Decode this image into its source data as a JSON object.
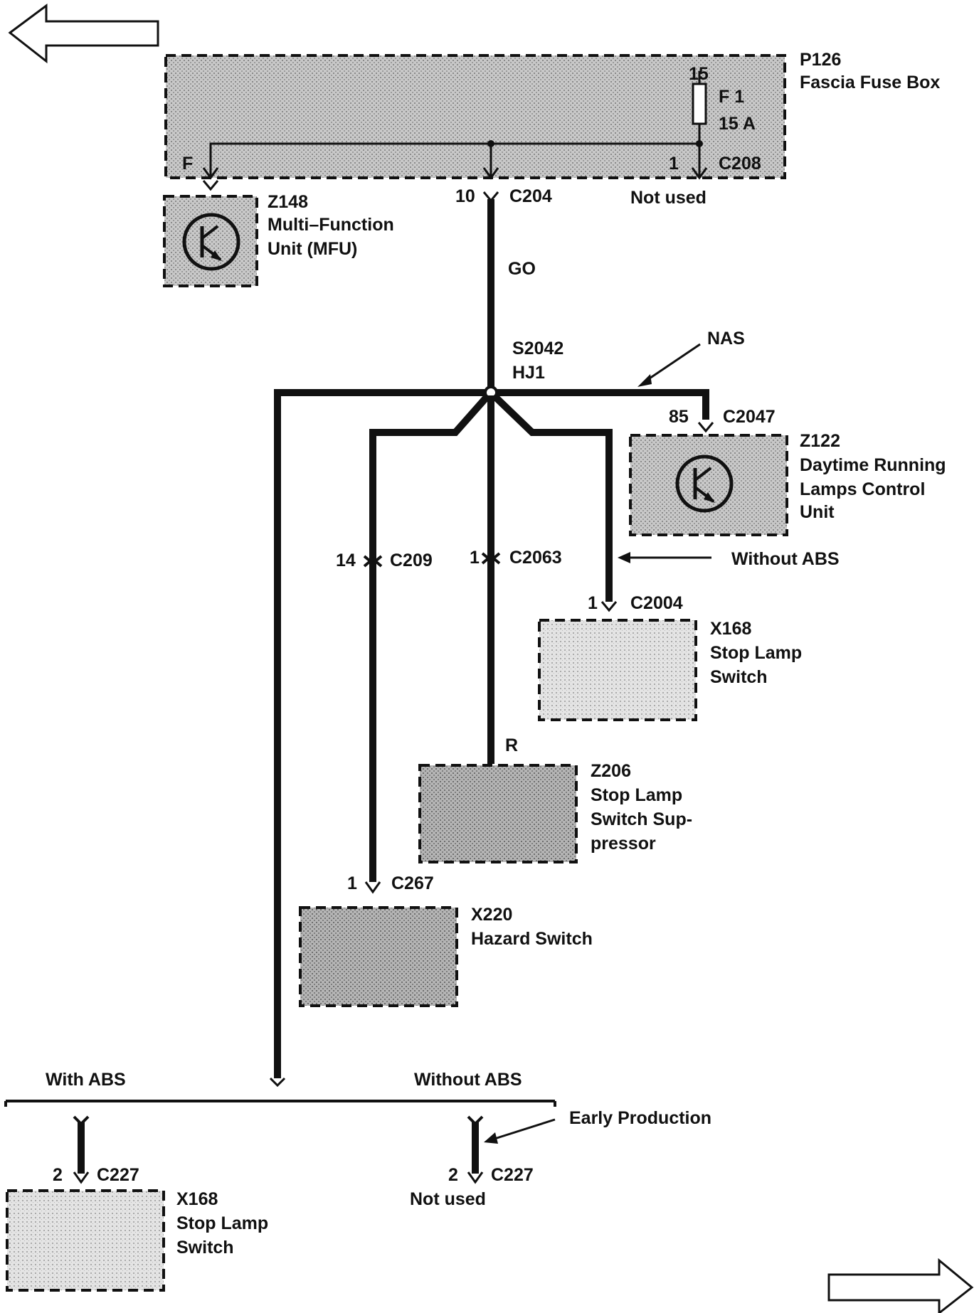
{
  "nav": {
    "back_arrow_icon": "left-arrow-icon",
    "forward_arrow_icon": "right-arrow-icon"
  },
  "fuse_box": {
    "id": "P126",
    "name": "Fascia Fuse Box",
    "fuse_pin": "15",
    "fuse_name": "F 1",
    "fuse_rating": "15 A",
    "pin_left": "F",
    "pin_right": "1",
    "connector": "C208"
  },
  "mfu": {
    "id": "Z148",
    "name_line1": "Multi–Function",
    "name_line2": "Unit (MFU)",
    "icon": "transistor-icon"
  },
  "c204": {
    "pin": "10",
    "connector": "C204"
  },
  "not_used_top": "Not used",
  "wire_go": "GO",
  "splice": {
    "id": "S2042",
    "code": "HJ1"
  },
  "nas_label": "NAS",
  "drl": {
    "pin": "85",
    "connector": "C2047",
    "id": "Z122",
    "name_line1": "Daytime Running",
    "name_line2": "Lamps Control",
    "name_line3": "Unit",
    "icon": "transistor-icon"
  },
  "c209": {
    "pin": "14",
    "connector": "C209"
  },
  "c2063": {
    "pin": "1",
    "connector": "C2063"
  },
  "without_abs_mid": "Without ABS",
  "c2004": {
    "pin": "1",
    "connector": "C2004"
  },
  "x168_mid": {
    "id": "X168",
    "name_line1": "Stop Lamp",
    "name_line2": "Switch"
  },
  "wire_r": "R",
  "z206": {
    "id": "Z206",
    "name_line1": "Stop Lamp",
    "name_line2": "Switch Sup-",
    "name_line3": "pressor"
  },
  "c267": {
    "pin": "1",
    "connector": "C267"
  },
  "x220": {
    "id": "X220",
    "name_line1": "Hazard Switch"
  },
  "bottom": {
    "with_abs": "With ABS",
    "without_abs": "Without ABS",
    "early_production": "Early Production",
    "left_pin": "2",
    "left_connector": "C227",
    "right_pin": "2",
    "right_connector": "C227",
    "not_used": "Not used"
  },
  "x168_bottom": {
    "id": "X168",
    "name_line1": "Stop Lamp",
    "name_line2": "Switch"
  }
}
